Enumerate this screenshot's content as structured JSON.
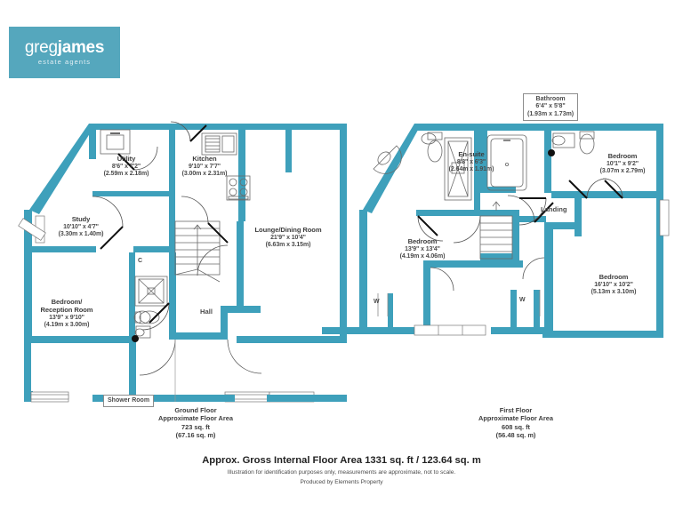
{
  "brand": {
    "name_part1": "greg",
    "name_part2": "james",
    "tagline": "estate agents",
    "color": "#55a7bd"
  },
  "colors": {
    "wall": "#3ea0bb",
    "wall_light": "#6cbfd3",
    "fixture_line": "#6a6a6a",
    "text": "#3d3d3d"
  },
  "ground_floor": {
    "caption": {
      "title": "Ground Floor",
      "subtitle": "Approximate Floor Area",
      "area_ft": "723 sq. ft",
      "area_m": "(67.16 sq. m)"
    },
    "rooms": [
      {
        "name": "Utility",
        "dim_imperial": "8'6\" x 7'2\"",
        "dim_metric": "(2.59m x 2.18m)"
      },
      {
        "name": "Kitchen",
        "dim_imperial": "9'10\" x 7'7\"",
        "dim_metric": "(3.00m x 2.31m)"
      },
      {
        "name": "Study",
        "dim_imperial": "10'10\" x 4'7\"",
        "dim_metric": "(3.30m x 1.40m)"
      },
      {
        "name": "Lounge/Dining Room",
        "dim_imperial": "21'9\" x 10'4\"",
        "dim_metric": "(6.63m x 3.15m)"
      },
      {
        "name": "Bedroom/",
        "name2": "Reception Room",
        "dim_imperial": "13'9\" x 9'10\"",
        "dim_metric": "(4.19m x 3.00m)"
      }
    ],
    "hall_label": "Hall",
    "cupboard_label": "C",
    "shower_room_label": "Shower Room"
  },
  "first_floor": {
    "caption": {
      "title": "First Floor",
      "subtitle": "Approximate Floor Area",
      "area_ft": "608 sq. ft",
      "area_m": "(56.48 sq. m)"
    },
    "rooms": [
      {
        "name": "Bathroom",
        "dim_imperial": "6'4\" x 5'8\"",
        "dim_metric": "(1.93m x 1.73m)"
      },
      {
        "name": "En-suite",
        "dim_imperial": "8'8\" x 6'3\"",
        "dim_metric": "(2.64m x 1.91m)"
      },
      {
        "name": "Bedroom",
        "dim_imperial": "10'1\" x 9'2\"",
        "dim_metric": "(3.07m x 2.79m)"
      },
      {
        "name": "Bedroom",
        "dim_imperial": "13'9\" x 13'4\"",
        "dim_metric": "(4.19m x 4.06m)"
      },
      {
        "name": "Bedroom",
        "dim_imperial": "16'10\" x 10'2\"",
        "dim_metric": "(5.13m x 3.10m)"
      }
    ],
    "landing_label": "Landing",
    "wardrobe_label_left": "W",
    "wardrobe_label_right": "W"
  },
  "footer": {
    "gross_area": "Approx. Gross Internal Floor Area 1331 sq. ft / 123.64 sq. m",
    "disclaimer": "Illustration for identification purposes only, measurements are approximate, not to scale.",
    "producer": "Produced by Elements Property"
  }
}
